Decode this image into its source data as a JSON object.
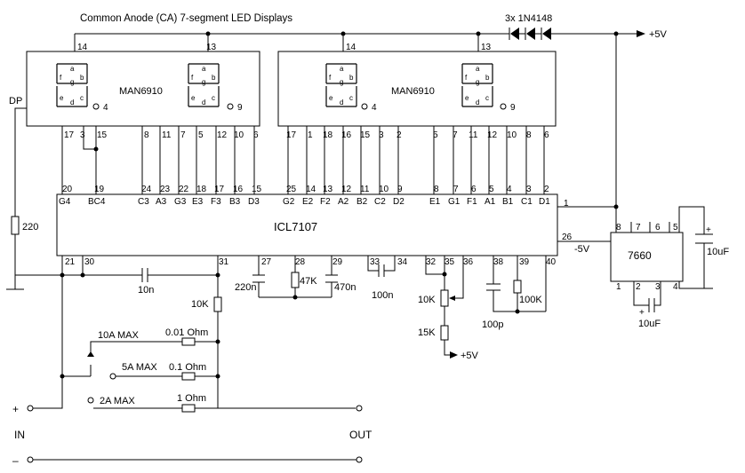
{
  "title": "Common Anode (CA)  7-segment LED Displays",
  "diodes_label": "3x 1N4148",
  "plus5v_label": "+5V",
  "minus5v_label": "-5V",
  "dp_label": "DP",
  "displays": [
    {
      "part": "MAN6910",
      "top_pins": [
        "14",
        "13"
      ],
      "bottom_pins": [
        "17",
        "3",
        "15",
        "8",
        "11",
        "7",
        "5",
        "12",
        "10",
        "6"
      ],
      "dp_pins": [
        "4",
        "9"
      ]
    },
    {
      "part": "MAN6910",
      "top_pins": [
        "14",
        "13"
      ],
      "bottom_pins": [
        "17",
        "1",
        "18",
        "16",
        "15",
        "3",
        "2",
        "5",
        "7",
        "11",
        "12",
        "10",
        "8",
        "6"
      ],
      "dp_pins": [
        "4",
        "9"
      ]
    }
  ],
  "segment_letters": [
    "a",
    "f",
    "g",
    "b",
    "e",
    "d",
    "c"
  ],
  "icl7107": {
    "name": "ICL7107",
    "top_pins": [
      {
        "num": "20",
        "sig": "G4"
      },
      {
        "num": "19",
        "sig": "BC4"
      },
      {
        "num": "24",
        "sig": "C3"
      },
      {
        "num": "23",
        "sig": "A3"
      },
      {
        "num": "22",
        "sig": "G3"
      },
      {
        "num": "18",
        "sig": "E3"
      },
      {
        "num": "17",
        "sig": "F3"
      },
      {
        "num": "16",
        "sig": "B3"
      },
      {
        "num": "15",
        "sig": "D3"
      },
      {
        "num": "25",
        "sig": "G2"
      },
      {
        "num": "14",
        "sig": "E2"
      },
      {
        "num": "13",
        "sig": "F2"
      },
      {
        "num": "12",
        "sig": "A2"
      },
      {
        "num": "11",
        "sig": "B2"
      },
      {
        "num": "10",
        "sig": "C2"
      },
      {
        "num": "9",
        "sig": "D2"
      },
      {
        "num": "8",
        "sig": "E1"
      },
      {
        "num": "7",
        "sig": "G1"
      },
      {
        "num": "6",
        "sig": "F1"
      },
      {
        "num": "5",
        "sig": "A1"
      },
      {
        "num": "4",
        "sig": "B1"
      },
      {
        "num": "3",
        "sig": "C1"
      },
      {
        "num": "2",
        "sig": "D1"
      }
    ],
    "right_pins": [
      "1",
      "26"
    ],
    "bottom_pins": [
      "21",
      "30",
      "31",
      "27",
      "28",
      "29",
      "33",
      "34",
      "32",
      "35",
      "36",
      "38",
      "39",
      "40"
    ]
  },
  "ic7660": {
    "name": "7660",
    "top_pins": [
      "8",
      "7",
      "6",
      "5"
    ],
    "bottom_pins": [
      "1",
      "2",
      "3",
      "4"
    ]
  },
  "components": {
    "r_dp": "220",
    "c_int": "10n",
    "r_10k_top": "10K",
    "c_220n": "220n",
    "r_47k": "47K",
    "c_470n": "470n",
    "c_100n": "100n",
    "pot_10k": "10K",
    "r_15k": "15K",
    "c_100p": "100p",
    "r_100k": "100K",
    "c_10uf_right": "10uF",
    "c_10uf_bottom": "10uF"
  },
  "ranges": [
    {
      "label": "10A MAX",
      "shunt": "0.01 Ohm"
    },
    {
      "label": "5A MAX",
      "shunt": "0.1 Ohm"
    },
    {
      "label": "2A MAX",
      "shunt": "1 Ohm"
    }
  ],
  "terminals": {
    "plus": "+",
    "minus": "–",
    "in": "IN",
    "out": "OUT",
    "cap_plus": "+"
  }
}
